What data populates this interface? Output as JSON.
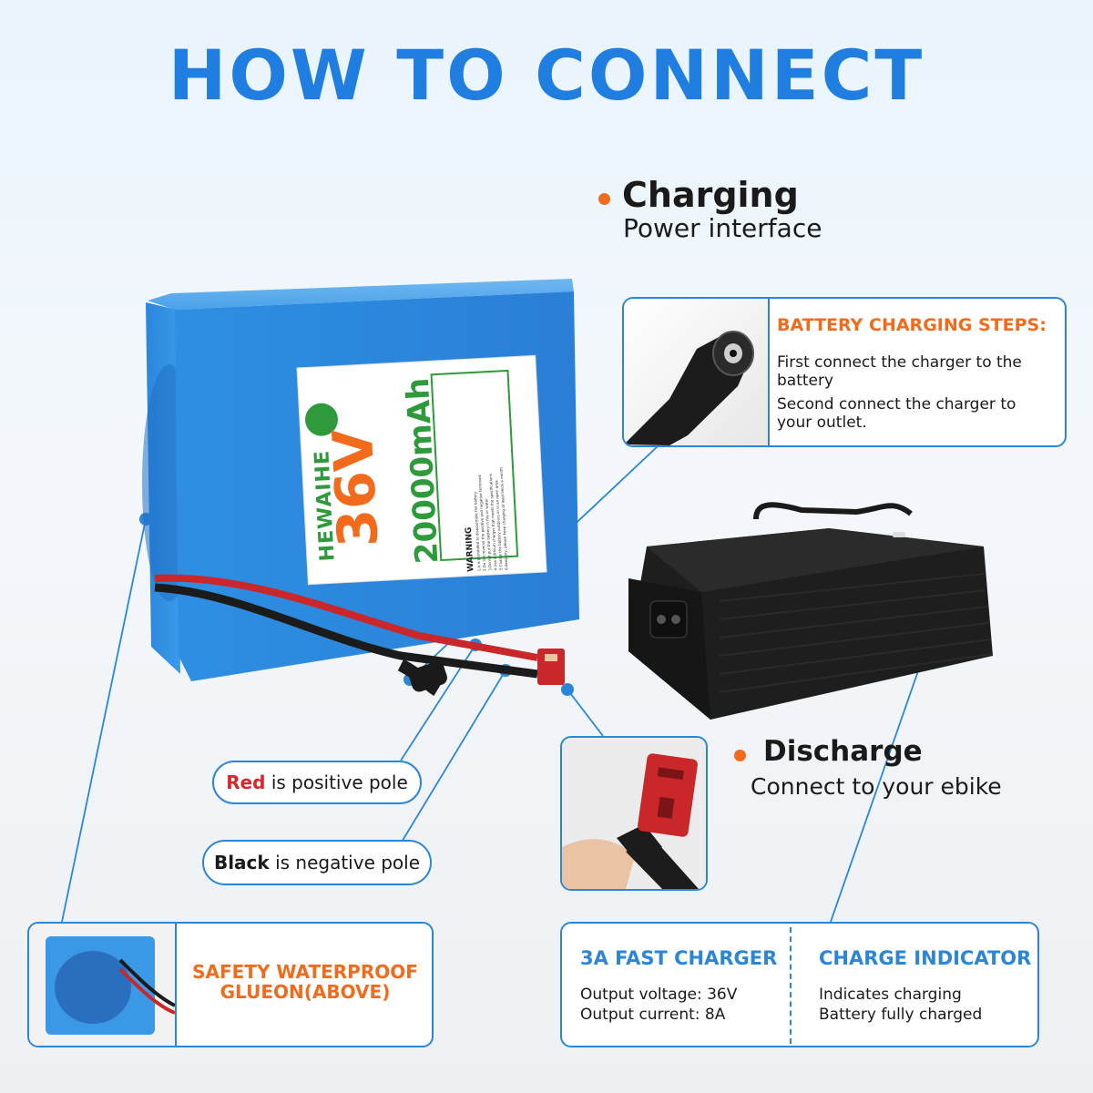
{
  "title": "HOW TO CONNECT",
  "charging": {
    "heading": "Charging",
    "sub": "Power interface"
  },
  "steps_card": {
    "title": "BATTERY CHARGING STEPS:",
    "step1": "First connect the charger to the battery",
    "step2": "Second connect the charger to your outlet."
  },
  "battery_label": {
    "brand": "HEWAIHE",
    "voltage": "36V",
    "capacity": "20000mAh",
    "warning": "WARNING",
    "lines": [
      "1.It is prohibited to disassemble the battery",
      "2.Do not reverse the positive and negative terminals",
      "3.Do not put the battery in fire or water",
      "4.Use a lithium charger that meets the specifications",
      "5.Charge the battery outdoors or in an open area",
      "6.Keep dry, please keep charging at least twice a month"
    ]
  },
  "discharge": {
    "heading": "Discharge",
    "sub": "Connect to your ebike"
  },
  "red_pole": {
    "word": "Red",
    "rest": "is positive pole"
  },
  "black_pole": {
    "word": "Black",
    "rest": "is negative pole"
  },
  "waterproof": {
    "line1": "SAFETY WATERPROOF",
    "line2": "GLUEON(ABOVE)"
  },
  "fast_charger": {
    "title": "3A FAST CHARGER",
    "line1": "Output voltage: 36V",
    "line2": "Output current: 8A"
  },
  "charge_indicator": {
    "title": "CHARGE INDICATOR",
    "line1": "Indicates charging",
    "line2": "Battery fully charged"
  },
  "colors": {
    "accent": "#2b86d8",
    "title_blue": "#1f7ee0",
    "orange": "#f26b1d",
    "red": "#d8262b",
    "battery_blue": "#2f8fe0"
  }
}
